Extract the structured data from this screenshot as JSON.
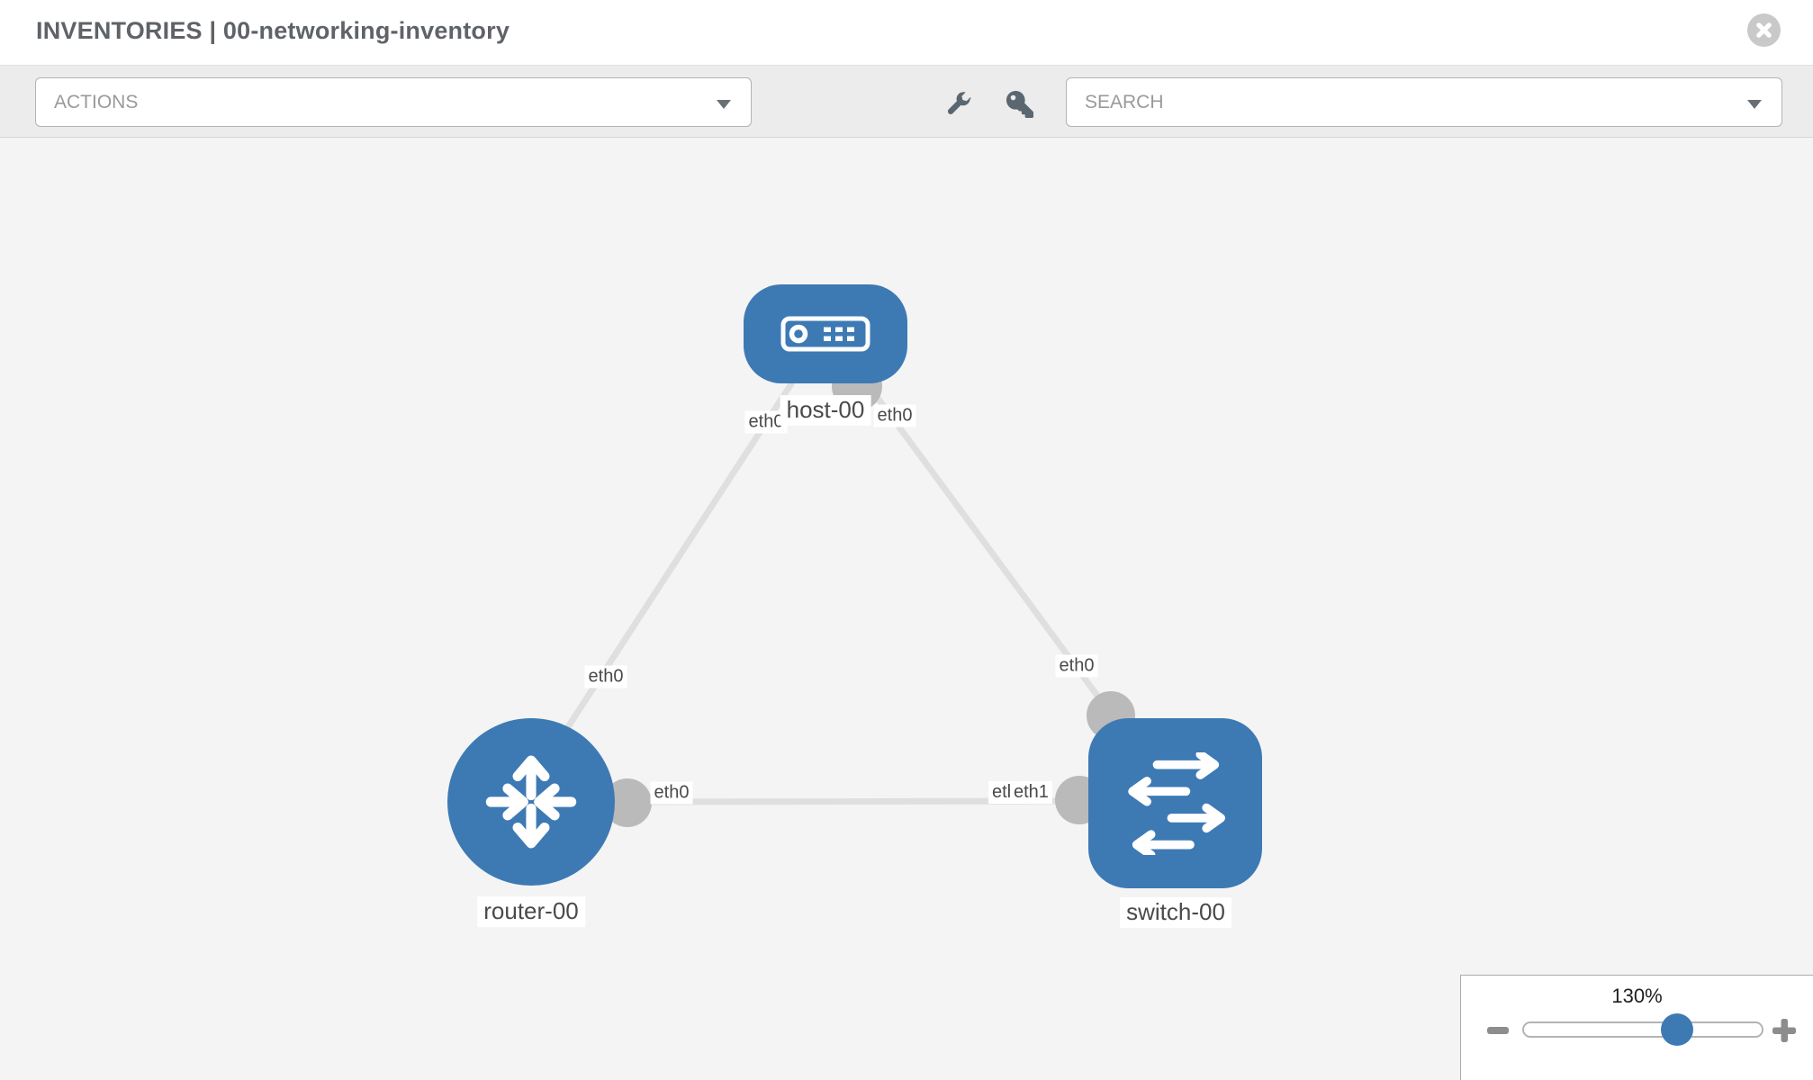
{
  "header": {
    "title": "INVENTORIES | 00-networking-inventory"
  },
  "toolbar": {
    "actions_label": "ACTIONS",
    "search_placeholder": "SEARCH"
  },
  "topology": {
    "nodes": [
      {
        "id": "host-00",
        "type": "host",
        "label": "host-00"
      },
      {
        "id": "router-00",
        "type": "router",
        "label": "router-00"
      },
      {
        "id": "switch-00",
        "type": "switch",
        "label": "switch-00"
      }
    ],
    "links": [
      {
        "source": "host-00",
        "source_interface": "eth0",
        "target": "router-00",
        "target_interface": "eth0"
      },
      {
        "source": "host-00",
        "source_interface": "eth0",
        "target": "switch-00",
        "target_interface": "eth0"
      },
      {
        "source": "router-00",
        "source_interface": "eth0",
        "target": "switch-00",
        "target_interface": "eth1"
      }
    ],
    "interface_labels": [
      {
        "text": "eth0",
        "link": "host-00/router-00",
        "end": "host-00"
      },
      {
        "text": "eth0",
        "link": "host-00/switch-00",
        "end": "host-00"
      },
      {
        "text": "eth0",
        "link": "host-00/router-00",
        "end": "router-00"
      },
      {
        "text": "eth0",
        "link": "router-00/switch-00",
        "end": "router-00"
      },
      {
        "text": "eth1",
        "link": "router-00/switch-00",
        "end": "switch-00"
      },
      {
        "text": "eth1",
        "link": "router-00/switch-00",
        "end": "switch-00"
      },
      {
        "text": "eth0",
        "link": "host-00/switch-00",
        "end": "switch-00"
      }
    ]
  },
  "zoom_control": {
    "value": "130%"
  },
  "icons": {
    "header_close": "x-circle-icon",
    "toolbar_wrench": "wrench-icon",
    "toolbar_key": "key-icon",
    "dropdown_caret": "caret-down-icon",
    "zoom_minus": "minus-icon",
    "zoom_plus": "plus-icon"
  },
  "colors": {
    "node_fill": "#3d7ab4",
    "port_fill": "#bababa",
    "link_stroke": "#dfdfdf",
    "canvas_bg": "#f4f4f4",
    "toolbar_bg": "#ececec",
    "slider_knob": "#3d7ab4"
  }
}
